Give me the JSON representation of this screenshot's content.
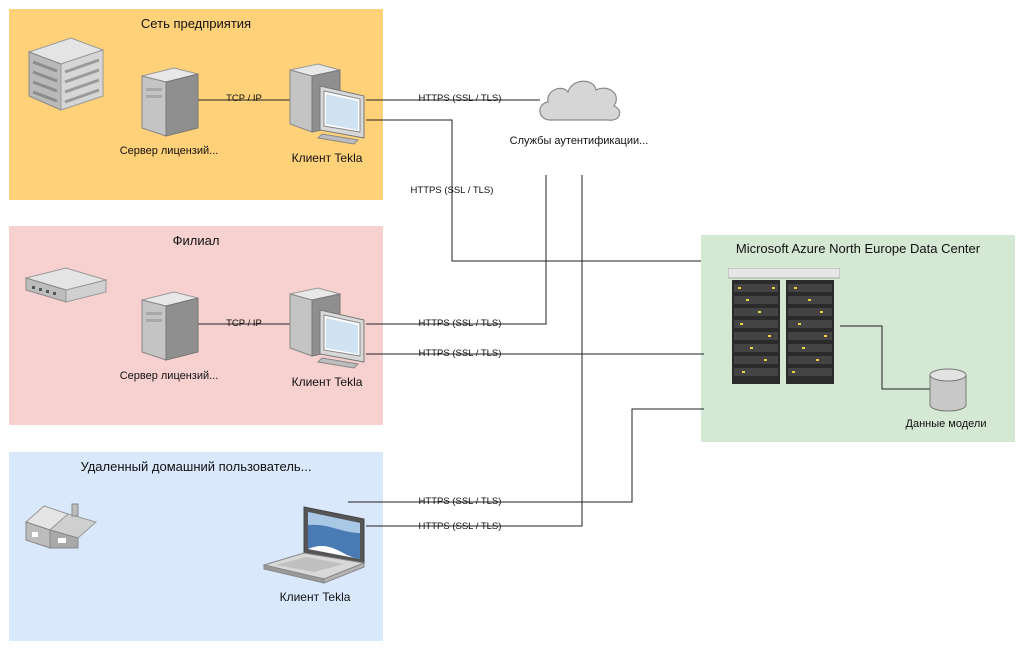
{
  "zones": {
    "enterprise": {
      "title": "Сеть предприятия",
      "color": "#ffd27a"
    },
    "branch": {
      "title": "Филиал",
      "color": "#f7d0d0"
    },
    "remote": {
      "title": "Удаленный домашний пользователь...",
      "color": "#dae8fc"
    },
    "azure": {
      "title": "Microsoft Azure North Europe Data Center",
      "color": "#d5e8d4"
    }
  },
  "nodes": {
    "enterprise_license_server": "Сервер лицензий...",
    "enterprise_client": "Клиент Tekla",
    "branch_license_server": "Сервер лицензий...",
    "branch_client": "Клиент Tekla",
    "remote_client": "Клиент Tekla",
    "auth_services": "Службы аутентификации...",
    "model_data": "Данные модели"
  },
  "connections": {
    "ent_tcp": "TCP / IP",
    "ent_https_cloud": "HTTPS (SSL / TLS)",
    "ent_https_azure": "HTTPS (SSL / TLS)",
    "branch_tcp": "TCP / IP",
    "branch_https_cloud": "HTTPS (SSL / TLS)",
    "branch_https_azure": "HTTPS (SSL / TLS)",
    "remote_https_azure": "HTTPS (SSL / TLS)",
    "remote_https_cloud": "HTTPS (SSL / TLS)"
  },
  "icons": [
    "office-building-icon",
    "server-tower-icon",
    "workstation-icon",
    "cloud-icon",
    "router-icon",
    "house-icon",
    "laptop-icon",
    "server-rack-icon",
    "database-icon"
  ]
}
